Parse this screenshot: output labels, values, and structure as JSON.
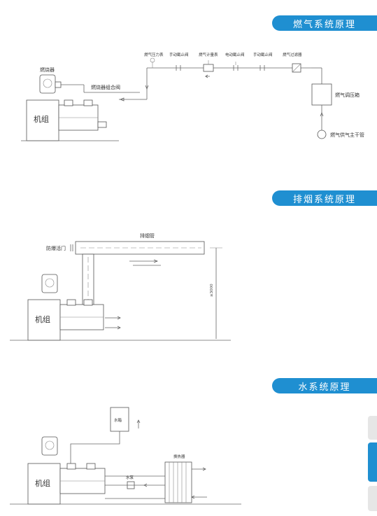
{
  "sections": {
    "gas": {
      "title": "燃气系统原理"
    },
    "smoke": {
      "title": "排烟系统原理"
    },
    "water": {
      "title": "水系统原理"
    }
  },
  "gas_diagram": {
    "burner": "燃烧器",
    "unit": "机组",
    "burner_valve_group": "燃烧器组合阀",
    "pressure_gauge": "燃气压力表",
    "manual_valve_1": "手动截止阀",
    "gas_meter": "燃气计量表",
    "solenoid_valve": "电动截止阀",
    "manual_valve_2": "手动截止阀",
    "gas_filter": "燃气过滤器",
    "pressure_regulator": "燃气调压箱",
    "gas_main": "燃气供气主干管"
  },
  "smoke_diagram": {
    "flue": "排烟管",
    "explosion_vent": "防爆活门",
    "unit": "机组",
    "height": "≥3000"
  },
  "water_diagram": {
    "unit": "机组",
    "water_tank": "水箱",
    "pump": "水泵",
    "heat_exchanger": "换热器"
  },
  "colors": {
    "banner": "#1f8fd1",
    "side_tab_active": "#1f8fd1",
    "side_tab_inactive": "#e6e6e6"
  }
}
